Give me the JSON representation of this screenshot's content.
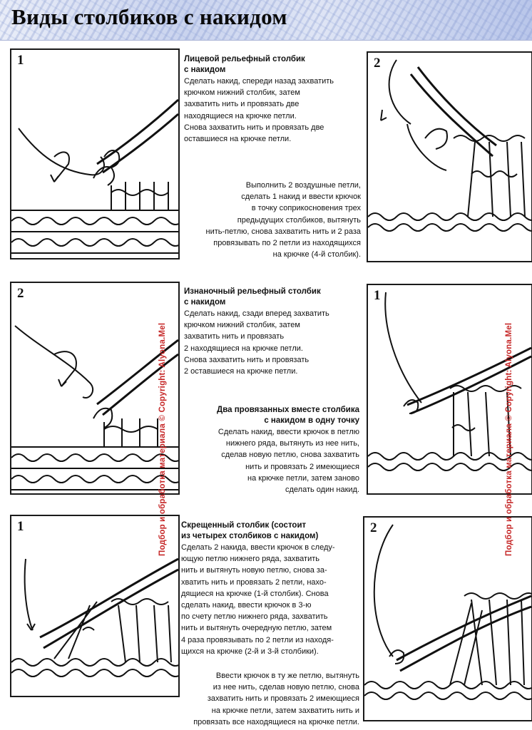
{
  "title": "Виды столбиков с накидом",
  "copyright_vertical": "Подбор и обработка материала © Copyright: Alyona.Mel",
  "panels": [
    {
      "id": "a1",
      "number": "1"
    },
    {
      "id": "a2",
      "number": "2"
    },
    {
      "id": "b2",
      "number": "2"
    },
    {
      "id": "b1",
      "number": "1"
    },
    {
      "id": "c1",
      "number": "1"
    },
    {
      "id": "c2",
      "number": "2"
    }
  ],
  "sections": {
    "front": {
      "title_lines": [
        "Лицевой рельефный столбик",
        "с накидом"
      ],
      "text_lines": [
        "Сделать накид, спереди назад захватить",
        "крючком нижний столбик, затем",
        "захватить нить и провязать две",
        "находящиеся на крючке петли.",
        "Снова захватить нить и провязать две",
        "оставшиеся на крючке петли."
      ]
    },
    "front_cont": {
      "text_lines": [
        "Выполнить 2 воздушные петли,",
        "сделать 1 накид и ввести крючок",
        "в точку соприкосновения трех",
        "предыдущих столбиков, вытянуть",
        "нить-петлю, снова захватить нить и 2 раза",
        "провязывать по 2 петли из находящихся",
        "на крючке (4-й столбик)."
      ]
    },
    "back": {
      "title_lines": [
        "Изнаночный рельефный столбик",
        "с накидом"
      ],
      "text_lines": [
        "Сделать накид, сзади вперед захватить",
        "крючком нижний столбик, затем",
        "захватить нить и провязать",
        "2 находящиеся на крючке петли.",
        "Снова захватить нить и провязать",
        "2 оставшиеся на крючке петли."
      ]
    },
    "two_together": {
      "title_lines": [
        "Два провязанных вместе столбика",
        "с накидом в одну точку"
      ],
      "text_lines": [
        "Сделать накид, ввести крючок в петлю",
        "нижнего ряда, вытянуть из нее нить,",
        "сделав новую петлю, снова захватить",
        "нить и провязать 2 имеющиеся",
        "на крючке петли, затем заново",
        "сделать один накид."
      ]
    },
    "crossed": {
      "title_lines": [
        "Скрещенный столбик (состоит",
        "из четырех столбиков с накидом)"
      ],
      "text_lines": [
        "Сделать 2 накида, ввести крючок в следу-",
        "ющую петлю нижнего ряда, захватить",
        "нить и вытянуть новую петлю, снова за-",
        "хватить нить и провязать 2 петли, нахо-",
        "дящиеся на крючке (1-й столбик). Снова",
        "сделать накид, ввести крючок в 3-ю",
        "по счету петлю нижнего ряда, захватить",
        "нить и вытянуть очередную петлю, затем",
        "4 раза провязывать по 2 петли из находя-",
        "щихся на крючке (2-й и 3-й столбики)."
      ]
    },
    "crossed_cont": {
      "text_lines": [
        "Ввести крючок в ту же петлю, вытянуть",
        "из нее нить, сделав новую петлю, снова",
        "захватить нить и провязать 2 имеющиеся",
        "на крючке петли, затем захватить нить и",
        "провязать все находящиеся на крючке петли."
      ]
    }
  }
}
